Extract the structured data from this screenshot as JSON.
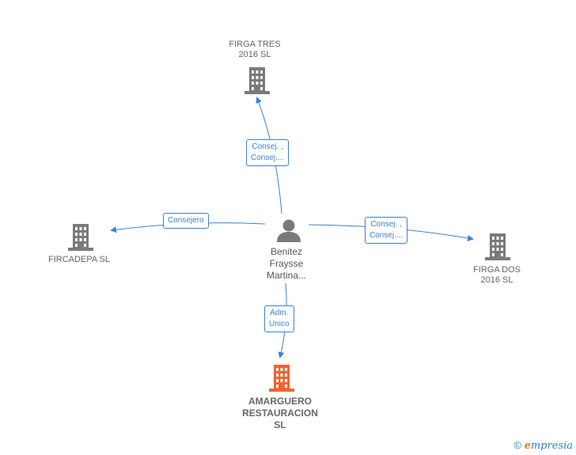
{
  "nodes": {
    "top": {
      "line1": "FIRGA TRES",
      "line2": "2016  SL"
    },
    "left": {
      "line1": "FIRCADEPA  SL"
    },
    "right": {
      "line1": "FIRGA DOS",
      "line2": "2016  SL"
    },
    "bottom": {
      "line1": "AMARGUERO",
      "line2": "RESTAURACION",
      "line3": "SL"
    },
    "person": {
      "line1": "Benitez",
      "line2": "Fraysse",
      "line3": "Martina..."
    }
  },
  "edges": {
    "top": {
      "line1": "Consej. ,",
      "line2": "Consej...."
    },
    "left": {
      "line1": "Consejero"
    },
    "right": {
      "line1": "Consej. ,",
      "line2": "Consej...."
    },
    "bottom": {
      "line1": "Adm.",
      "line2": "Unico"
    }
  },
  "colors": {
    "edge": "#3d7fd4",
    "building": "#7a7a7a",
    "building_main": "#f0642f",
    "person": "#7a7a7a"
  },
  "footer": {
    "copyright": "©",
    "brand_first": "e",
    "brand_rest": "mpresia"
  },
  "icons": {
    "building": "building-icon",
    "person": "person-icon",
    "copyright": "copyright-icon"
  }
}
